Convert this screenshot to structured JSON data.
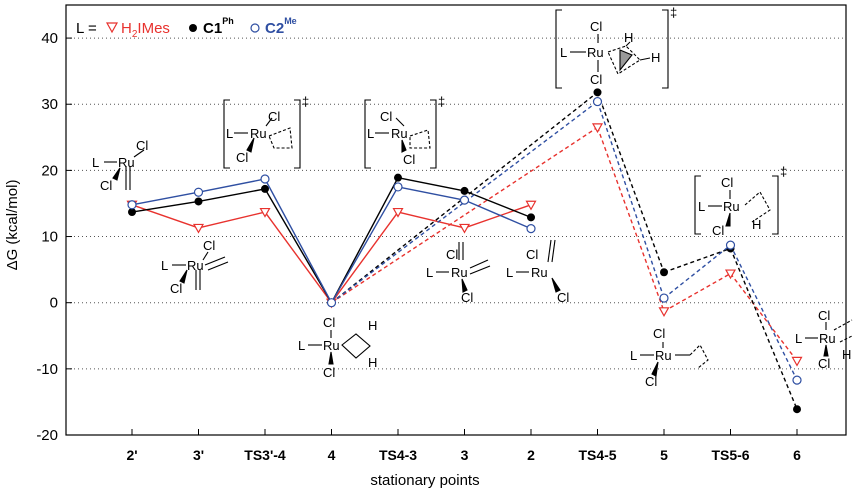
{
  "chart_data": {
    "type": "line",
    "ylabel": "ΔG (kcal/mol)",
    "xlabel": "stationary points",
    "categories": [
      "2'",
      "3'",
      "TS3'-4",
      "4",
      "TS4-3",
      "3",
      "2",
      "TS4-5",
      "5",
      "TS5-6",
      "6"
    ],
    "ylim": [
      -20,
      45
    ],
    "yticks": [
      -20,
      -10,
      0,
      10,
      20,
      30,
      40
    ],
    "grid": "horizontal dotted",
    "legend": {
      "placement": "top-left",
      "prefix": "L =",
      "items": [
        {
          "name": "H",
          "sub": "2",
          "rest": "IMes",
          "sup": "",
          "color": "#e8322e",
          "marker": "triangle-down"
        },
        {
          "name": "C1",
          "sub": "",
          "rest": "",
          "sup": "Ph",
          "color": "#000000",
          "marker": "filled-circle"
        },
        {
          "name": "C2",
          "sub": "",
          "rest": "",
          "sup": "Me",
          "color": "#2f4fa2",
          "marker": "open-circle"
        }
      ]
    },
    "series": [
      {
        "name": "H2IMes",
        "color": "#e8322e",
        "values": [
          14.8,
          11.3,
          13.7,
          0.0,
          13.7,
          11.3,
          14.8,
          26.5,
          -1.3,
          4.4,
          -8.8
        ]
      },
      {
        "name": "C1Ph",
        "color": "#000000",
        "values": [
          13.7,
          15.3,
          17.2,
          0.0,
          18.9,
          16.9,
          12.9,
          31.8,
          4.6,
          8.2,
          -16.1
        ]
      },
      {
        "name": "C2Me",
        "color": "#2f4fa2",
        "values": [
          14.8,
          16.7,
          18.7,
          0.0,
          17.5,
          15.5,
          11.2,
          30.4,
          0.7,
          8.7,
          -11.7
        ]
      }
    ],
    "segments": [
      {
        "from": 0,
        "to": 1,
        "style": "solid"
      },
      {
        "from": 1,
        "to": 2,
        "style": "solid"
      },
      {
        "from": 2,
        "to": 3,
        "style": "solid"
      },
      {
        "from": 3,
        "to": 4,
        "style": "solid"
      },
      {
        "from": 4,
        "to": 5,
        "style": "solid"
      },
      {
        "from": 5,
        "to": 6,
        "style": "solid"
      },
      {
        "from": 3,
        "to": 7,
        "style": "dotted"
      },
      {
        "from": 7,
        "to": 8,
        "style": "dotted"
      },
      {
        "from": 8,
        "to": 9,
        "style": "dotted"
      },
      {
        "from": 9,
        "to": 10,
        "style": "dotted"
      }
    ]
  },
  "structure_labels": {
    "ligand": "L",
    "metal": "Ru",
    "chloride": "Cl",
    "hydrogen": "H",
    "ts_mark": "‡"
  }
}
